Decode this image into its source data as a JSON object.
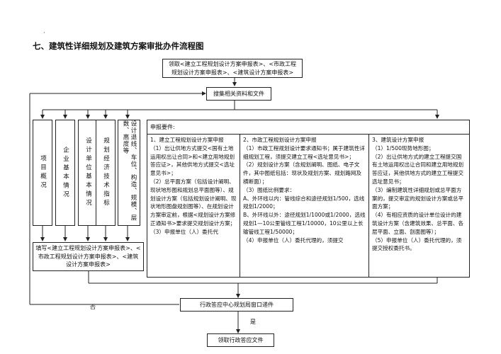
{
  "doc": {
    "dot": "·",
    "title": "七、建筑性详细规划及建筑方案审批办件流程图",
    "box_receive_forms": "领取<建立工程规划设计方案申报表>、<市政工程规划设计方案申报表>、<建筑设计方案申报表>",
    "box_collect": "搜集相关资料和文件",
    "vertical_items": [
      "项目概况",
      "企业基本情况",
      "设计单位基本情况",
      "规划经济技术指标",
      "设计退线、车位、构造、规模、层数、高度等"
    ],
    "box_fill_forms": "填写<建立工程规划设计方案申报表>、<市政工程规划设计方案申报表>、<建筑设计方案申报表>",
    "materials_header": "申报要件:",
    "col1": [
      "1、建立工程规划设计方案申报",
      "（1）出让供地方式提交<国有土地运用权出让合同>和<建立用地规划答应证>，其他供地方式提交<选址意见书>；",
      "（2）总平面方案（包括设计阐明、现状地形图和规划总平面图等）、规划设计方案（包括规划设计阐明、现状地形图盘规划图等）、在规划设计方案审定前，根据<规划设计方案修正通知书>要求提交规划设计方案；",
      "（3）申报单位（人）委托代"
    ],
    "col2": [
      "2、市政工程规划设计方案申报",
      "（1）市政工程规划设计要求通知书；属于建筑性详细规划工程，须提交建立工程<选址意见书>；",
      "（2）规划设计方案（含规划阐明、图纸、电子文件，其中图纸包括：现状及规划方案、规划路网及横断面）；",
      "（3）图纸比例要求：",
      "A、外环线以内：管线综合和途径规划1/500，选线规划1/2000；",
      "B、外环线以外：途径规划1/1000或1/2000，选线规划1—10公里管线工程1/10000，10公里以上长输管线工程1/50000；",
      "（4）申报单位（人）委托代理的，须提交"
    ],
    "col3": [
      "3、建筑设计方案申报",
      "（1）1/500现势地形图；",
      "（2）出让供地方式的建立工程提交国有土地运用权出让合同和建立用地规划答应证，其他供地方式的建立工程提交选址意见书；",
      "（3）编制建筑性详细规划或总平面方案的，提交审定的规划设计方案或总平面方案；",
      "（4）有相应资质的设计单位设计的建筑设计方案（含建筑效果、总平面、各层平面、立面、剖面图等）；",
      "（5）申报单位（人）委托代理的，须提交授权委托书。"
    ],
    "box_submit": "行政答应中心规划局窗口递件",
    "label_no": "否",
    "label_yes": "是",
    "box_collect_doc": "领取行政答应文件"
  }
}
